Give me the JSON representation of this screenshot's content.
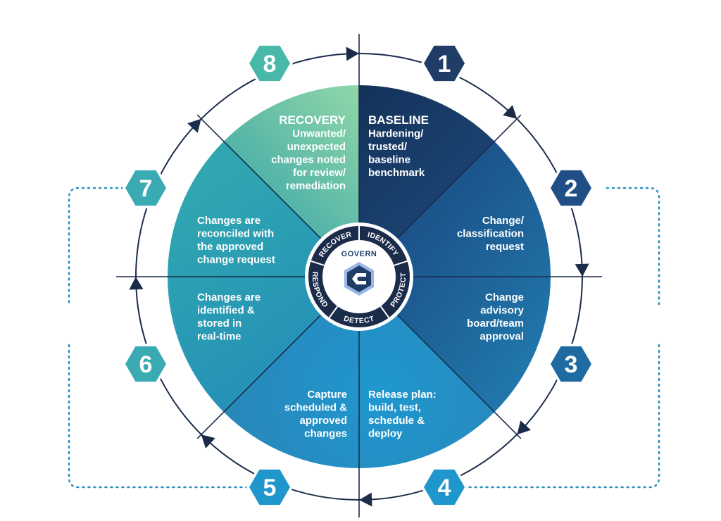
{
  "phases": [
    {
      "number": "1",
      "title": "BASELINE",
      "lines": [
        "Hardening/",
        "trusted/",
        "baseline",
        "benchmark"
      ],
      "hex_color": "#1f3d66"
    },
    {
      "number": "2",
      "title": "",
      "lines": [
        "Change/",
        "classification",
        "request"
      ],
      "hex_color": "#1f4f86"
    },
    {
      "number": "3",
      "title": "",
      "lines": [
        "Change",
        "advisory",
        "board/team",
        "approval"
      ],
      "hex_color": "#1f6aa0"
    },
    {
      "number": "4",
      "title": "",
      "lines": [
        "Release plan:",
        "build, test,",
        "schedule &",
        "deploy"
      ],
      "hex_color": "#1f96cc"
    },
    {
      "number": "5",
      "title": "",
      "lines": [
        "Capture",
        "scheduled &",
        "approved",
        "changes"
      ],
      "hex_color": "#1f96cc"
    },
    {
      "number": "6",
      "title": "",
      "lines": [
        "Changes are",
        "identified &",
        "stored in",
        "real-time"
      ],
      "hex_color": "#3aaab3"
    },
    {
      "number": "7",
      "title": "",
      "lines": [
        "Changes are",
        "reconciled with",
        "the approved",
        "change request"
      ],
      "hex_color": "#3aaab3"
    },
    {
      "number": "8",
      "title": "RECOVERY",
      "lines": [
        "Unwanted/",
        "unexpected",
        "changes noted",
        "for review/",
        "remediation"
      ],
      "hex_color": "#48b8a8"
    }
  ],
  "inner_ring": {
    "words": [
      "IDENTIFY",
      "PROTECT",
      "DETECT",
      "RESPOND",
      "RECOVER"
    ],
    "center_label": "GOVERN"
  },
  "colors": {
    "baseline": "#1d3f6b",
    "recovery": "#7fcfa7",
    "bottom_blue": "#1e93cc",
    "left_teal": "#2ea0b2",
    "ring_dark": "#1b2b4a",
    "hex_dark": "#1f3d66",
    "dotted": "#2a8fc0"
  }
}
